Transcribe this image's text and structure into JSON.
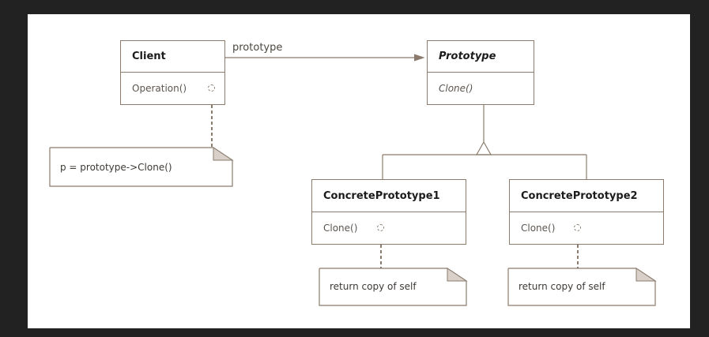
{
  "client": {
    "name": "Client",
    "operation": "Operation()"
  },
  "prototype": {
    "name": "Prototype",
    "operation": "Clone()"
  },
  "concrete1": {
    "name": "ConcretePrototype1",
    "operation": "Clone()"
  },
  "concrete2": {
    "name": "ConcretePrototype2",
    "operation": "Clone()"
  },
  "association_label": "prototype",
  "notes": {
    "client": "p = prototype->Clone()",
    "concrete1": "return copy of self",
    "concrete2": "return copy of self"
  },
  "colors": {
    "line": "#8a7b6d",
    "background": "#222222",
    "canvas": "#ffffff",
    "note_fold": "#d9d1c9"
  }
}
